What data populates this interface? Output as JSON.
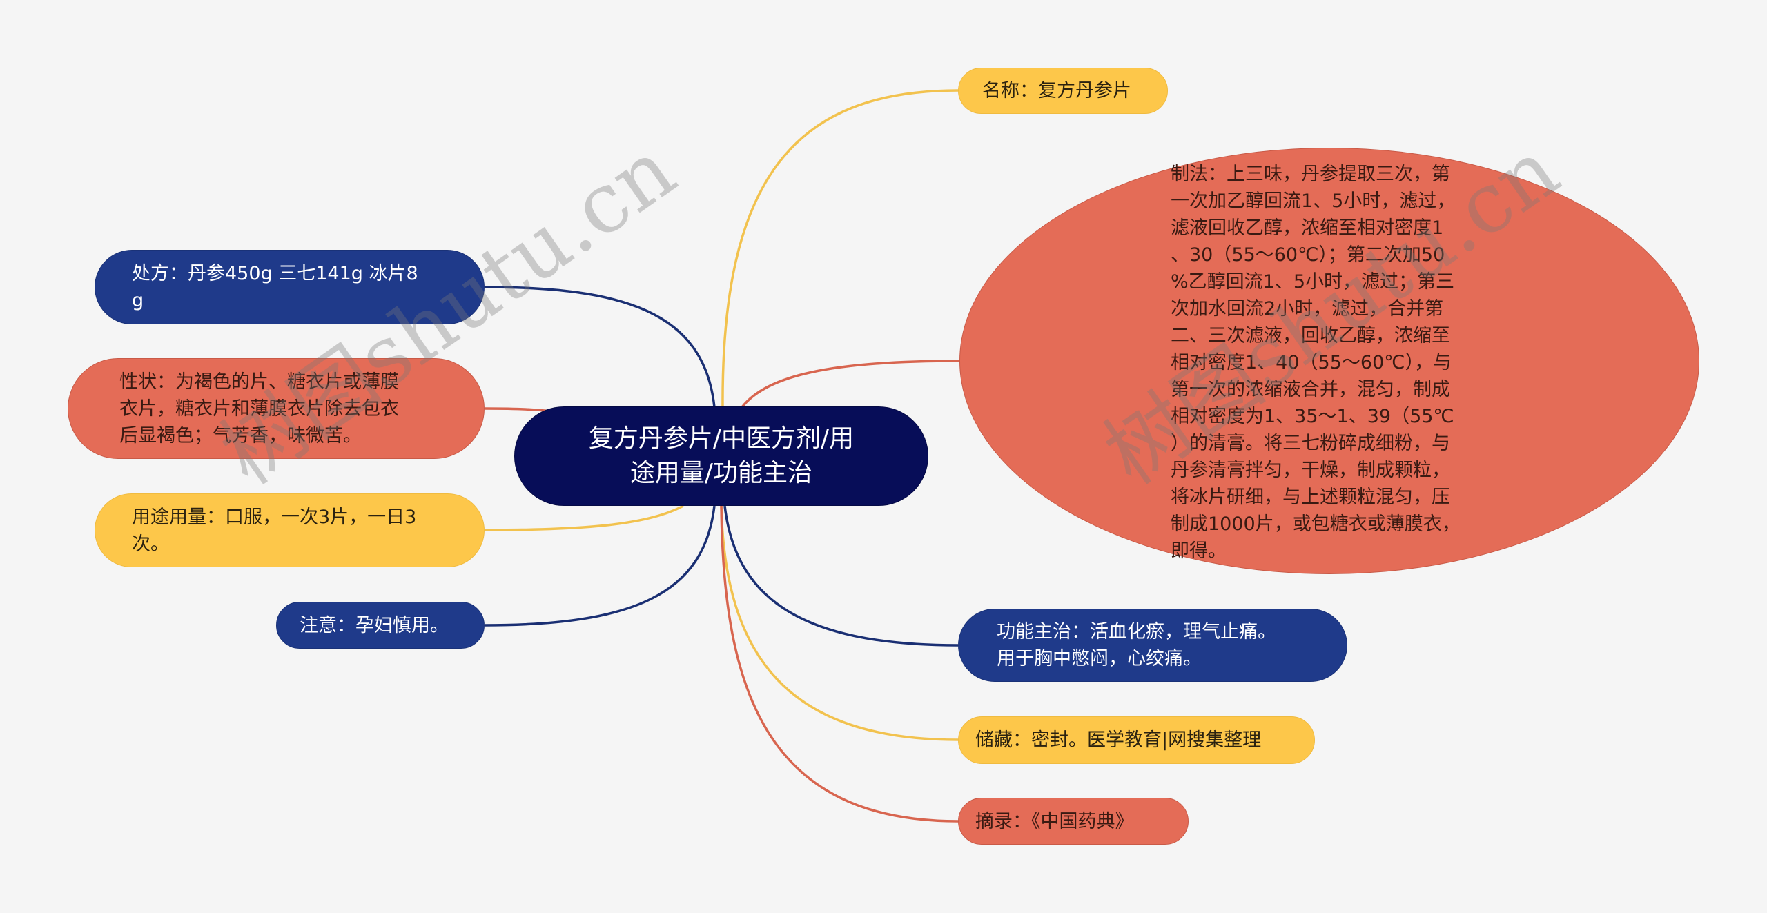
{
  "colors": {
    "background": "#f5f5f5",
    "center": "#070d58",
    "blue": "#1f3a8a",
    "coral": "#e46c57",
    "yellow": "#fdc74a"
  },
  "center": {
    "label": "复方丹参片/中医方剂/用\n途用量/功能主治"
  },
  "left_branches": [
    {
      "id": "prescription",
      "label": "处方：丹参450g 三七141g 冰片8\ng",
      "color": "blue"
    },
    {
      "id": "properties",
      "label": "性状：为褐色的片、糖衣片或薄膜\n衣片，糖衣片和薄膜衣片除去包衣\n后显褐色；气芳香，味微苦。",
      "color": "coral"
    },
    {
      "id": "usage",
      "label": "用途用量：口服，一次3片，一日3\n次。",
      "color": "yellow"
    },
    {
      "id": "caution",
      "label": "注意：孕妇慎用。",
      "color": "blue"
    }
  ],
  "right_branches": [
    {
      "id": "name",
      "label": "名称：复方丹参片",
      "color": "yellow"
    },
    {
      "id": "preparation",
      "label": "制法：上三味，丹参提取三次，第\n一次加乙醇回流1、5小时，滤过，\n滤液回收乙醇，浓缩至相对密度1\n、30（55～60℃）；第二次加50\n%乙醇回流1、5小时，滤过；第三\n次加水回流2小时，滤过，合并第\n二、三次滤液，回收乙醇，浓缩至\n相对密度1、40（55～60℃），与\n第一次的浓缩液合并，混匀，制成\n相对密度为1、35～1、39（55℃\n）的清膏。将三七粉碎成细粉，与\n丹参清膏拌匀，干燥，制成颗粒，\n将冰片研细，与上述颗粒混匀，压\n制成1000片，或包糖衣或薄膜衣，\n即得。",
      "color": "coral"
    },
    {
      "id": "function",
      "label": "功能主治：活血化瘀，理气止痛。\n用于胸中憋闷，心绞痛。",
      "color": "blue"
    },
    {
      "id": "storage",
      "label": "储藏：密封。医学教育|网搜集整理",
      "color": "yellow"
    },
    {
      "id": "excerpt",
      "label": "摘录：《中国药典》",
      "color": "coral"
    }
  ],
  "watermarks": [
    "树图shutu.cn",
    "树图shutu.cn"
  ]
}
